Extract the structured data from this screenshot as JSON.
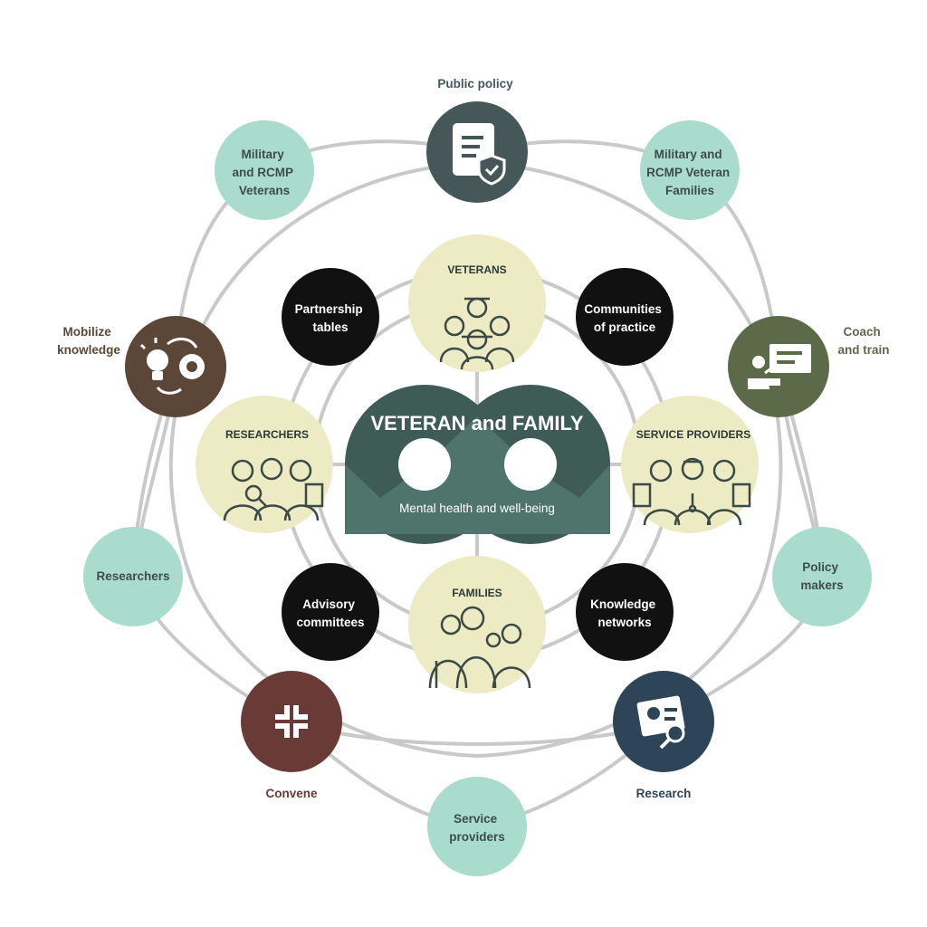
{
  "center": {
    "title": "VETERAN and FAMILY",
    "subtitle": "Mental health and well-being"
  },
  "inner_groups": {
    "veterans": "VETERANS",
    "researchers": "RESEARCHERS",
    "service_providers": "SERVICE PROVIDERS",
    "families": "FAMILIES"
  },
  "mechanisms": {
    "partnership_tables": [
      "Partnership",
      "tables"
    ],
    "communities_of_practice": [
      "Communities",
      "of practice"
    ],
    "advisory_committees": [
      "Advisory",
      "committees"
    ],
    "knowledge_networks": [
      "Knowledge",
      "networks"
    ]
  },
  "audiences": {
    "military_rcmp_veterans": [
      "Military",
      "and RCMP",
      "Veterans"
    ],
    "military_rcmp_families": [
      "Military and",
      "RCMP Veteran",
      "Families"
    ],
    "researchers": [
      "Researchers"
    ],
    "policy_makers": [
      "Policy",
      "makers"
    ],
    "service_providers": [
      "Service",
      "providers"
    ]
  },
  "functions": {
    "public_policy": [
      "Public policy"
    ],
    "mobilize_knowledge": [
      "Mobilize",
      "knowledge"
    ],
    "coach_and_train": [
      "Coach",
      "and train"
    ],
    "convene": [
      "Convene"
    ],
    "research": [
      "Research"
    ]
  },
  "icons": {
    "public_policy": "document-shield-icon",
    "mobilize_knowledge": "lightbulb-gear-icon",
    "coach_and_train": "presentation-board-icon",
    "convene": "converging-arrows-icon",
    "research": "document-magnifier-icon"
  },
  "colors": {
    "center_dark": "#3e5c55",
    "center_light": "#4c6f66",
    "inner_fill": "#ecebc4",
    "mechanism_fill": "#111111",
    "audience_fill": "#a9dccd",
    "public_policy": "#46575a",
    "mobilize_knowledge": "#5c4638",
    "coach_and_train": "#5c6a4a",
    "convene": "#6a3a36",
    "research": "#2e4458",
    "ring": "#c9c9c9"
  }
}
